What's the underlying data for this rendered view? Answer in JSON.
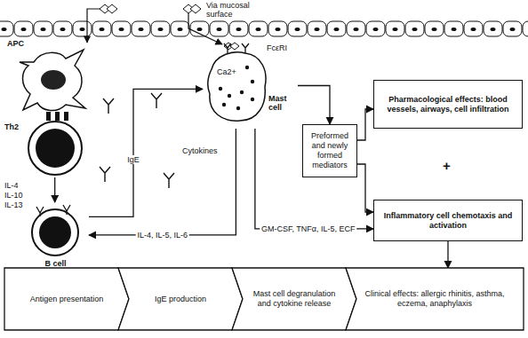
{
  "diagram": {
    "nodes": [
      {
        "text": [
          "APC"
        ]
      },
      {
        "text": [
          "Th2"
        ]
      },
      {
        "text": [
          "B cell"
        ]
      },
      {
        "text": [
          "Mast cell"
        ]
      },
      {
        "text": [
          "Preformed and newly formed mediators"
        ]
      },
      {
        "text": [
          "Pharmacological effects: blood vessels, airways, cell infiltration"
        ]
      },
      {
        "text": [
          "Inflammatory cell chemotaxis and activation"
        ]
      },
      {
        "text": [
          "Antigen presentation"
        ]
      },
      {
        "text": [
          "IgE production"
        ]
      },
      {
        "text": [
          "Mast cell degranulation and cytokine release"
        ]
      },
      {
        "text": [
          "Clinical effects: allergic rhinitis, asthma, eczema, anaphylaxis"
        ]
      }
    ],
    "edges": [
      {
        "from": 1,
        "to": 2,
        "arrow": "to"
      },
      {
        "from": 2,
        "to": 3,
        "label": "IgE",
        "arrow": "to"
      },
      {
        "from": 3,
        "to": 2,
        "label": "IL-4, IL-5, IL-6",
        "arrow": "to"
      },
      {
        "from": 3,
        "to": 6,
        "label": "GM-CSF, TNFα, IL-5, ECF",
        "arrow": "to"
      },
      {
        "from": 3,
        "to": 4,
        "arrow": "to"
      },
      {
        "from": 4,
        "to": 5,
        "arrow": "to"
      },
      {
        "from": 4,
        "to": 6,
        "arrow": "to"
      },
      {
        "from": 6,
        "to": 10,
        "arrow": "to"
      }
    ],
    "labels": [
      "Via mucosal surface",
      "Ca2+",
      "FcεRI",
      "IL-4",
      "IL-10",
      "IL-13",
      "Cytokines",
      "+"
    ]
  }
}
